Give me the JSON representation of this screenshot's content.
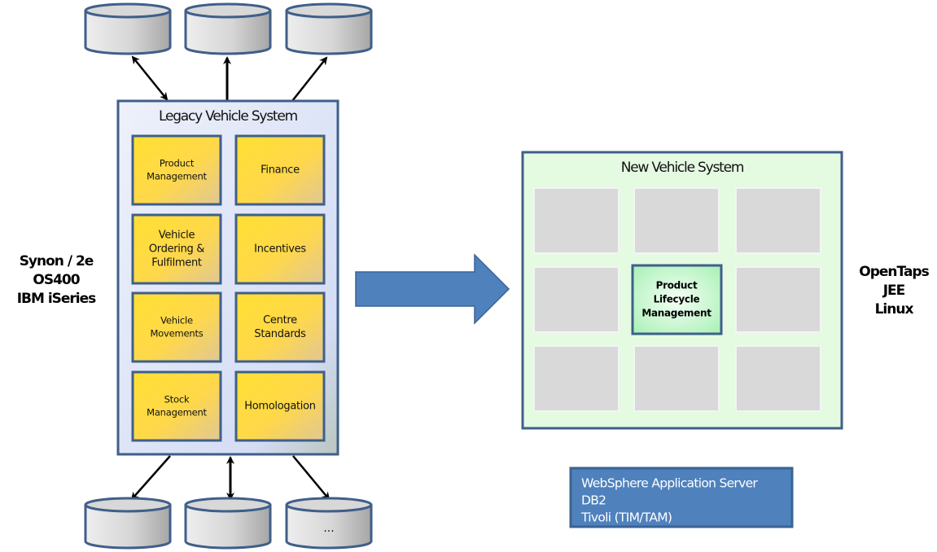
{
  "legacy_system": {
    "title": "Legacy Vehicle System",
    "modules": [
      {
        "lines": [
          "Product",
          "Management"
        ]
      },
      {
        "lines": [
          "Finance"
        ]
      },
      {
        "lines": [
          "Vehicle",
          "Ordering &",
          "Fulfilment"
        ]
      },
      {
        "lines": [
          "Incentives"
        ]
      },
      {
        "lines": [
          "Vehicle",
          "Movements"
        ]
      },
      {
        "lines": [
          "Centre",
          "Standards"
        ]
      },
      {
        "lines": [
          "Stock",
          "Management"
        ]
      },
      {
        "lines": [
          "Homologation"
        ]
      }
    ],
    "platform": [
      "Synon / 2e",
      "OS400",
      "IBM iSeries"
    ],
    "bottom_db_labels": [
      "",
      "",
      "..."
    ]
  },
  "new_system": {
    "title": "New Vehicle System",
    "highlight_module": [
      "Product",
      "Lifecycle",
      "Management"
    ],
    "platform": [
      "OpenTaps",
      "JEE",
      "Linux"
    ],
    "stack": [
      "WebSphere Application Server",
      "DB2",
      "Tivoli (TIM/TAM)"
    ]
  },
  "colors": {
    "legacy_border": "#3f5f8a",
    "legacy_fill": "#dde6f7",
    "module_fill": "#ffd83d",
    "new_border": "#3f5f8a",
    "new_fill": "#e4fbe2",
    "placeholder": "#d9d9d9",
    "arrow": "#4f81bd",
    "stack_fill": "#4f81bd"
  }
}
